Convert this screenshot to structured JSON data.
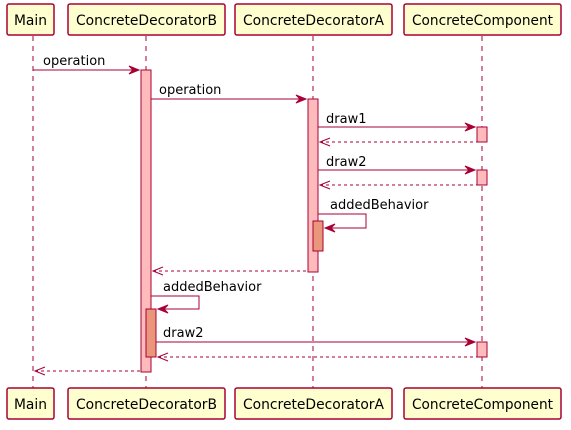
{
  "diagram": {
    "type": "sequence",
    "colors": {
      "participant_fill": "#FEFECE",
      "border": "#A80036",
      "activation_fill": "#FFBBBB",
      "nested_activation_fill": "#E9967A",
      "text": "#000000"
    },
    "participants": [
      {
        "id": "main",
        "label": "Main"
      },
      {
        "id": "cdb",
        "label": "ConcreteDecoratorB"
      },
      {
        "id": "cda",
        "label": "ConcreteDecoratorA"
      },
      {
        "id": "cc",
        "label": "ConcreteComponent"
      }
    ],
    "messages": [
      {
        "from": "main",
        "to": "cdb",
        "label": "operation",
        "style": "solid"
      },
      {
        "from": "cdb",
        "to": "cda",
        "label": "operation",
        "style": "solid"
      },
      {
        "from": "cda",
        "to": "cc",
        "label": "draw1",
        "style": "solid"
      },
      {
        "from": "cc",
        "to": "cda",
        "label": "",
        "style": "dashed"
      },
      {
        "from": "cda",
        "to": "cc",
        "label": "draw2",
        "style": "solid"
      },
      {
        "from": "cc",
        "to": "cda",
        "label": "",
        "style": "dashed"
      },
      {
        "from": "cda",
        "to": "cda",
        "label": "addedBehavior",
        "style": "self"
      },
      {
        "from": "cda",
        "to": "cdb",
        "label": "",
        "style": "dashed"
      },
      {
        "from": "cdb",
        "to": "cdb",
        "label": "addedBehavior",
        "style": "self"
      },
      {
        "from": "cdb",
        "to": "cc",
        "label": "draw2",
        "style": "solid"
      },
      {
        "from": "cc",
        "to": "cdb",
        "label": "",
        "style": "dashed"
      },
      {
        "from": "cdb",
        "to": "main",
        "label": "",
        "style": "dashed"
      }
    ]
  }
}
